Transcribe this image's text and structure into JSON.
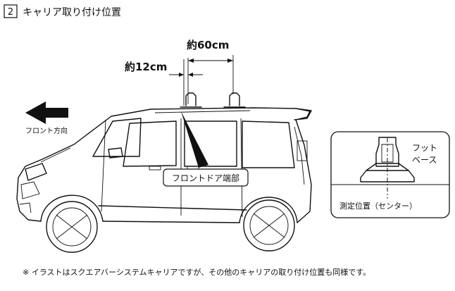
{
  "section": {
    "number": "2",
    "title": "キャリア取り付け位置"
  },
  "dimensions": {
    "outer": "約60cm",
    "inner": "約12cm"
  },
  "direction": {
    "label": "フロント方向",
    "icon": "arrow-left-icon"
  },
  "callout": {
    "label": "フロントドア端部"
  },
  "inset": {
    "foot_label_1": "フット",
    "foot_label_2": "ベース",
    "center_label": "測定位置（センター）"
  },
  "footnote": "※ イラストはスクエアバーシステムキャリアですが、その他のキャリアの取り付け位置も同様です。"
}
